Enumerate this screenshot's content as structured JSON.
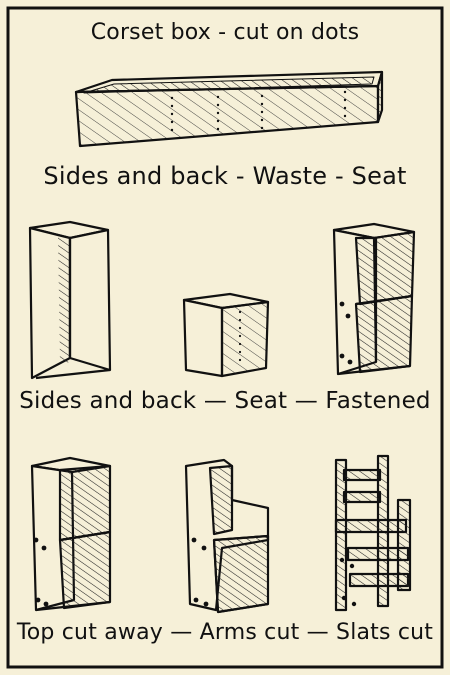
{
  "title": "Corset box - cut on dots",
  "captions": {
    "row1": "Sides and back - Waste  - Seat",
    "row2": "Sides and back — Seat —  Fastened",
    "row3": "Top cut away — Arms cut — Slats cut"
  },
  "colors": {
    "paper": "#f6f0d8",
    "ink": "#111111"
  }
}
